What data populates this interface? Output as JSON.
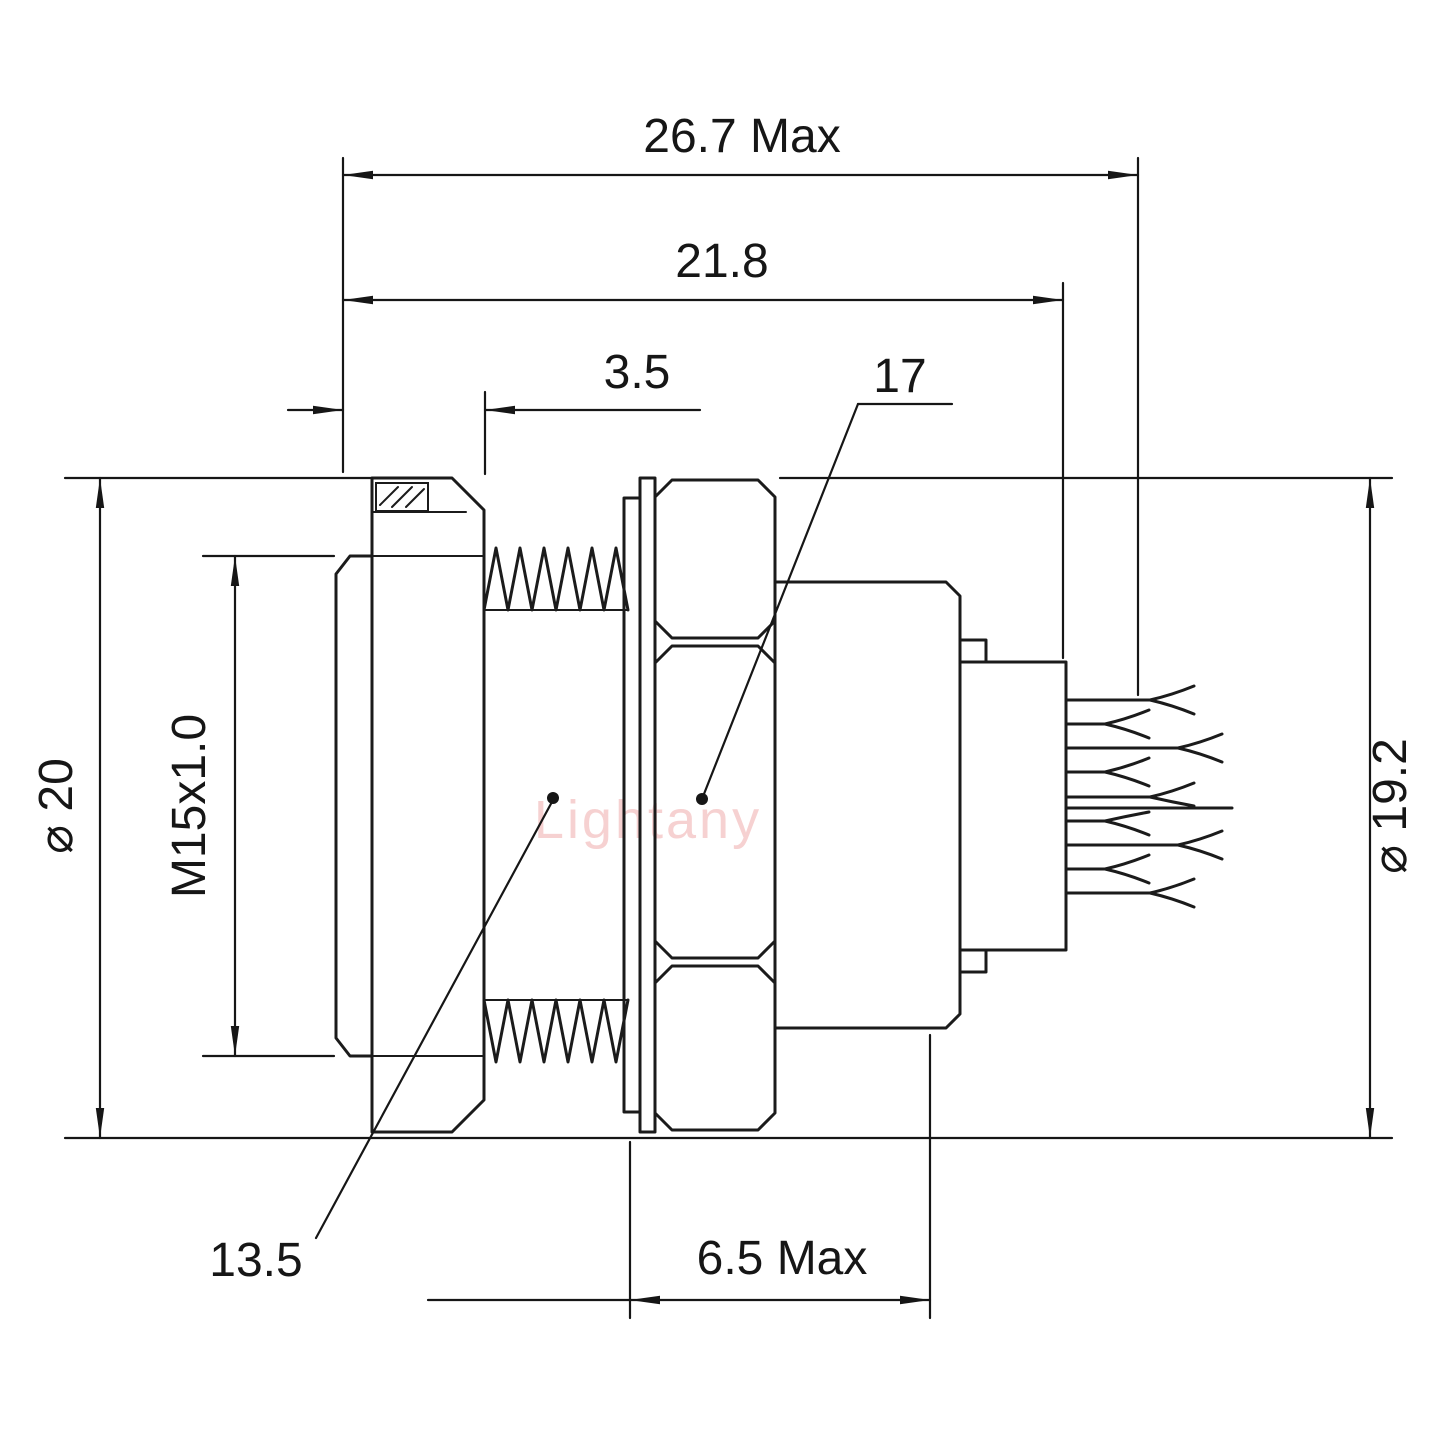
{
  "page": {
    "background": "#ffffff",
    "line_color": "#1b1b1b"
  },
  "watermark": {
    "text": "Lightany",
    "color": "#f5c9c9"
  },
  "drawing": {
    "subject": "circular panel-mount connector, side section view with solder contacts"
  },
  "dims": {
    "overall_length": "26.7 Max",
    "body_length": "21.8",
    "flange_thickness": "3.5",
    "hex_flats": "17",
    "front_diameter": "⌀ 20",
    "thread_spec": "M15x1.0",
    "hex_diameter": "⌀ 19.2",
    "thread_length": "13.5",
    "rear_length": "6.5 Max"
  }
}
